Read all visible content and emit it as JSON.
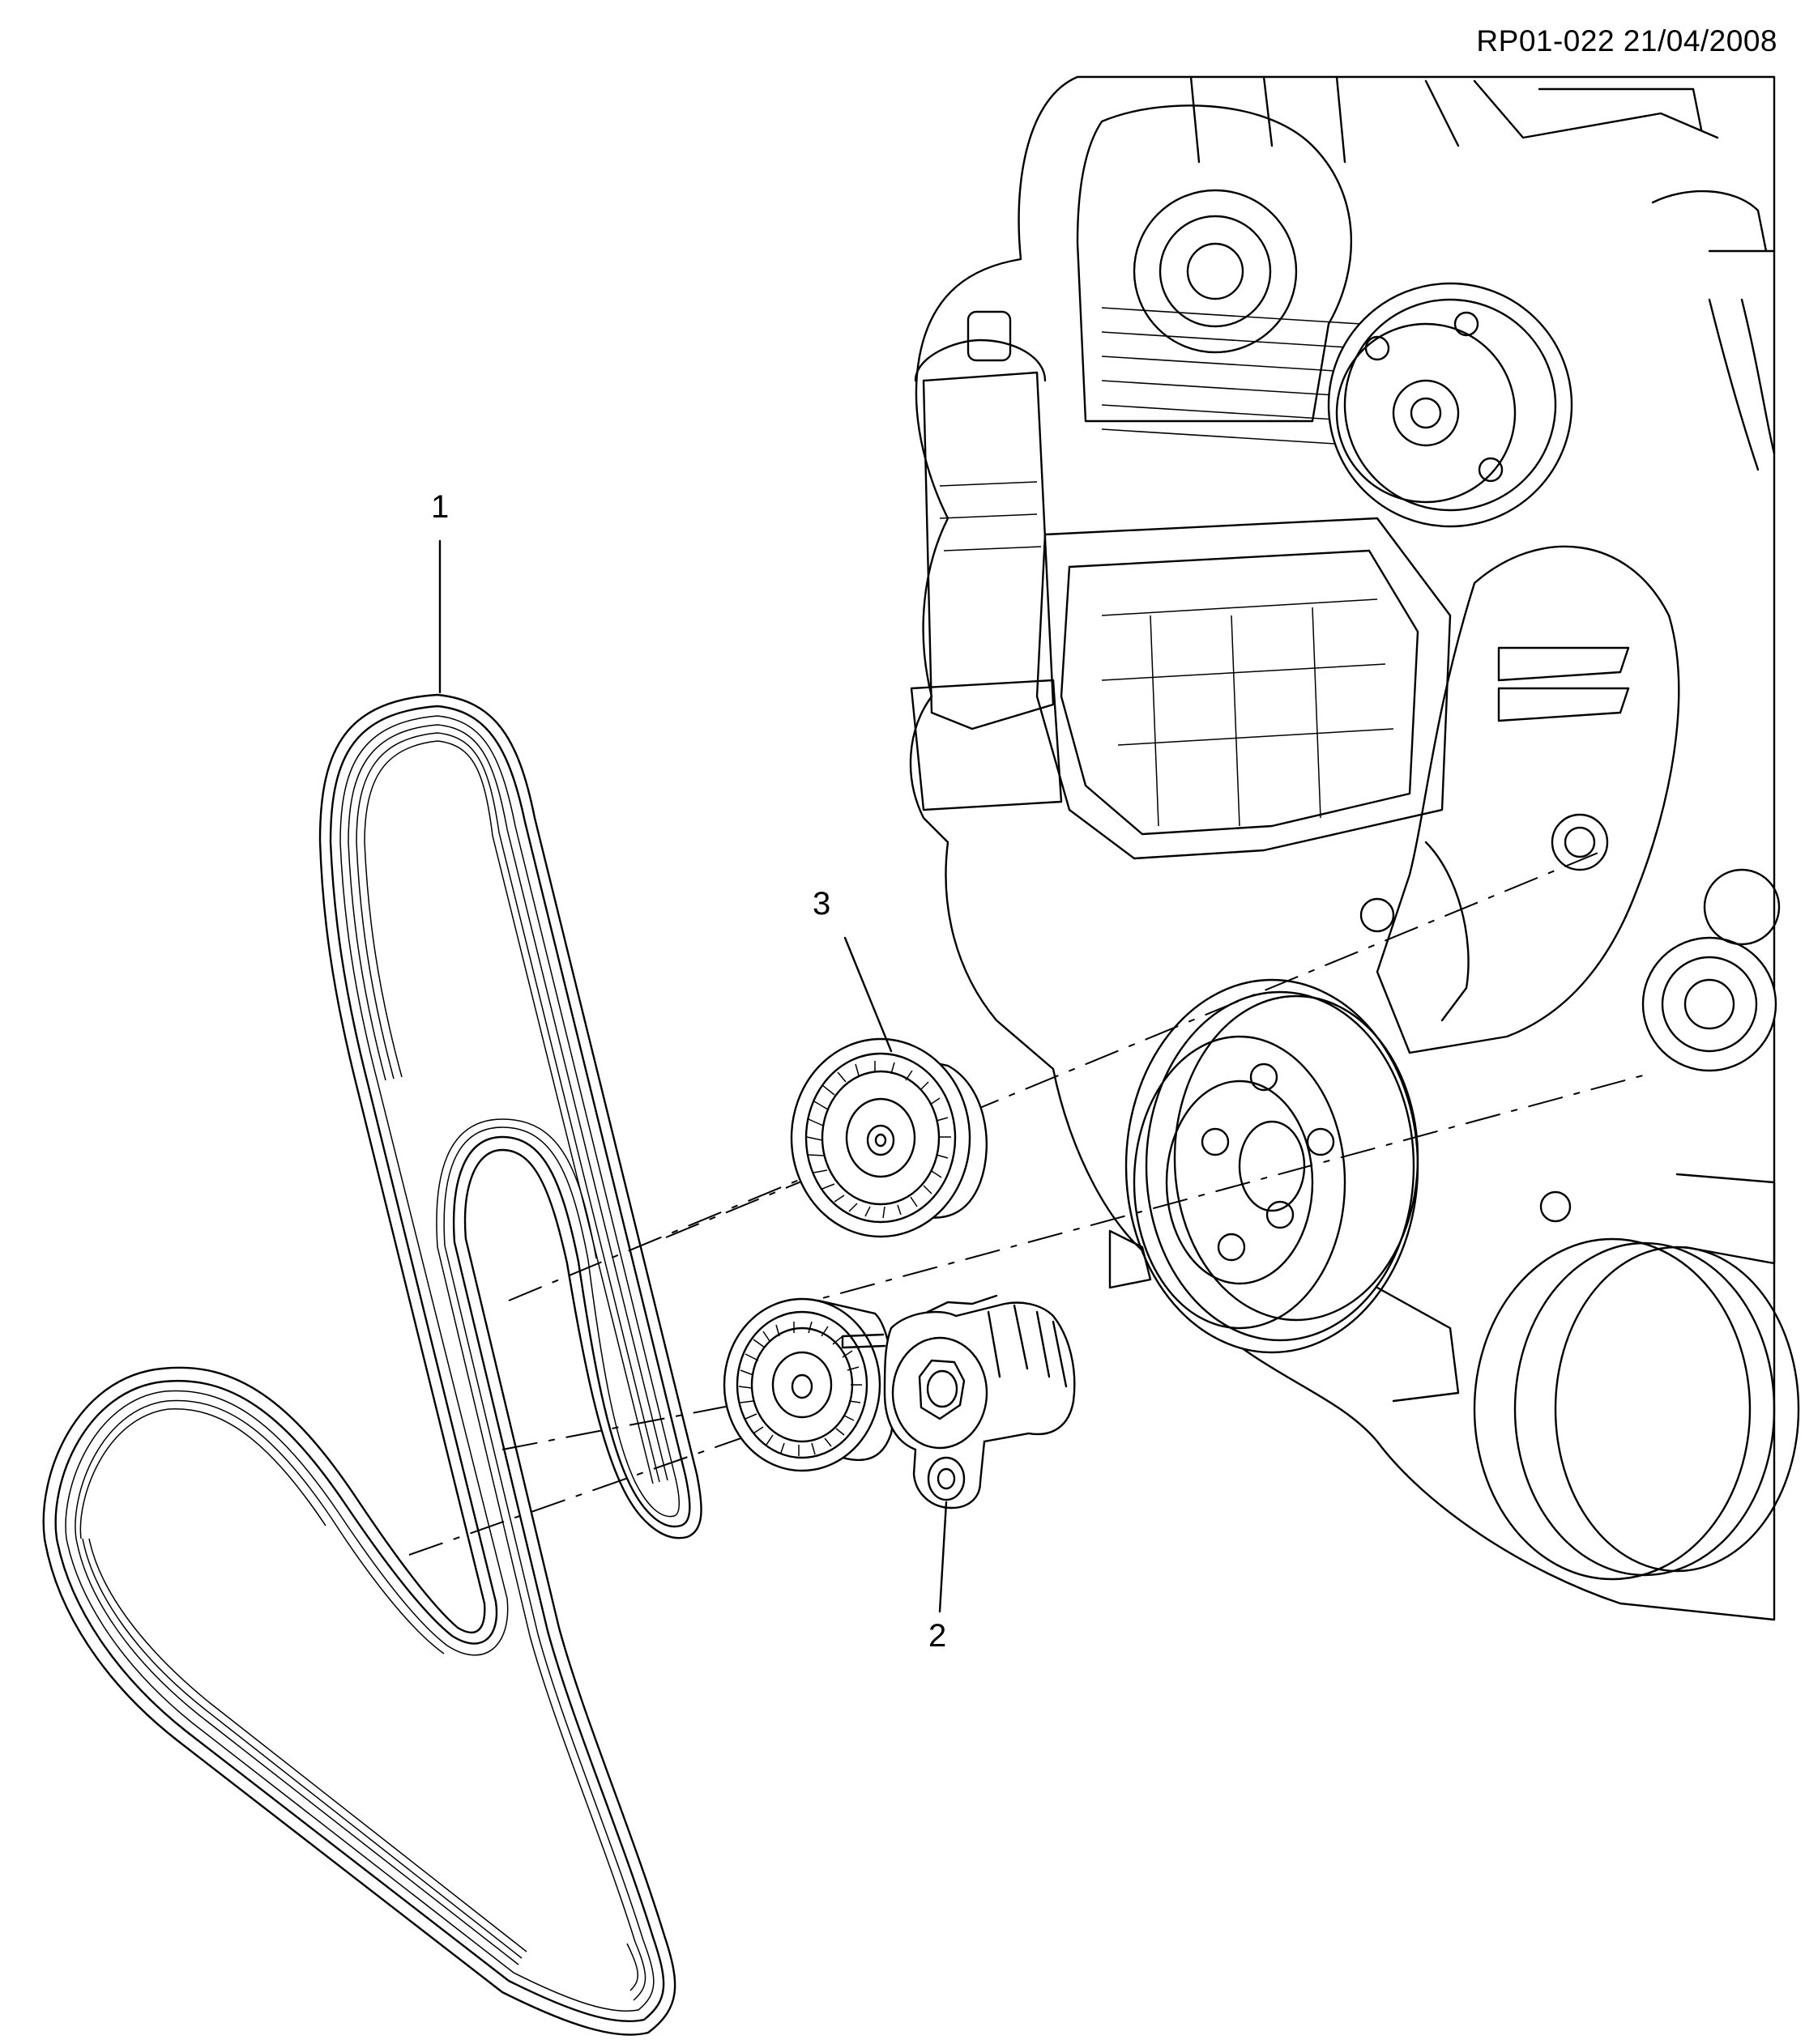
{
  "drawing_ref": "RP01-022 21/04/2008",
  "callouts": [
    {
      "id": "belt",
      "number": "1"
    },
    {
      "id": "tensioner",
      "number": "2"
    },
    {
      "id": "idler",
      "number": "3"
    }
  ]
}
